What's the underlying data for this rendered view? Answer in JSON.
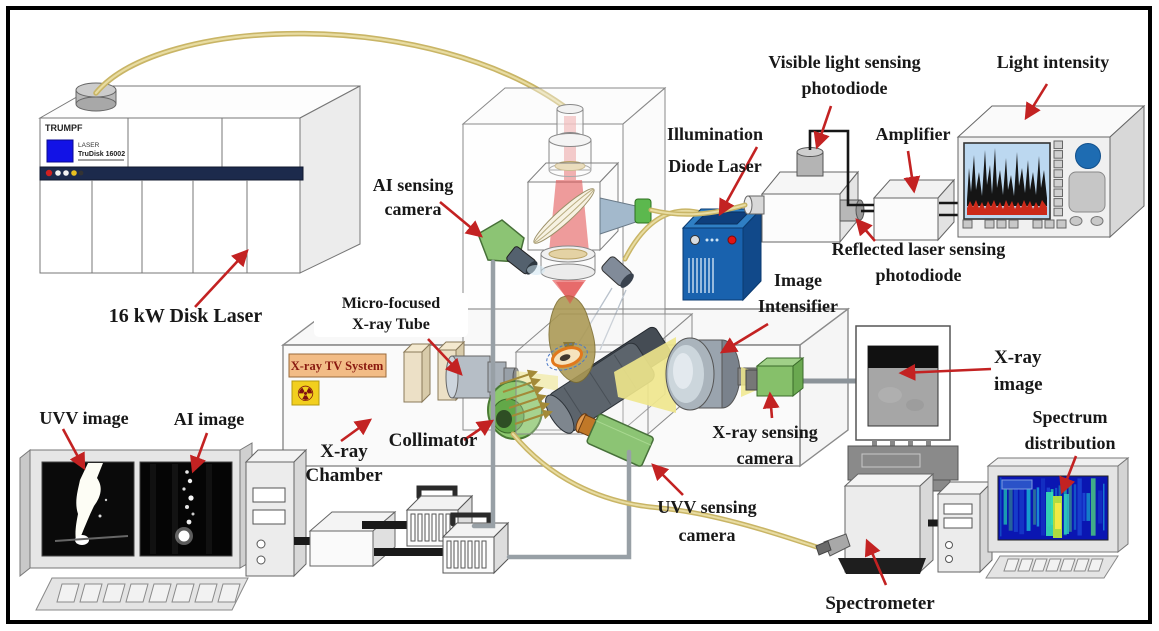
{
  "colors": {
    "arrow_red": "#c32222",
    "fiber_yellow": "#c9b566",
    "laser_beam_red": "#e24a4a",
    "xray_beam_yellow": "#f0e78c",
    "camera_green": "#8cc474",
    "diode_laser_blue": "#1962ae",
    "scope_screen_blue": "#bcd8f0",
    "spectrum_screen_blue": "#0a16b2",
    "banner_orange": "#f2bc86"
  },
  "disk_laser": {
    "brand": "TRUMPF",
    "model_line1": "LASER",
    "model_line2": "TruDisk 16002"
  },
  "labels": {
    "disk_laser": "16 kW Disk Laser",
    "ai_camera": "AI sensing\ncamera",
    "illumination": "Illumination\nDiode Laser",
    "visible_pd": "Visible light sensing\nphotodiode",
    "amplifier": "Amplifier",
    "light_intensity": "Light intensity",
    "reflected_pd": "Reflected laser sensing\nphotodiode",
    "image_intensifier": "Image\nIntensifier",
    "xray_tube": "Micro-focused\nX-ray Tube",
    "xray_tv_system": "X-ray TV System",
    "radiation_symbol": "☢",
    "collimator": "Collimator",
    "xray_chamber": "X-ray\nChamber",
    "xray_camera": "X-ray sensing\ncamera",
    "uvv_camera": "UVV sensing\ncamera",
    "xray_image": "X-ray\nimage",
    "spectrum": "Spectrum\ndistribution",
    "spectrometer": "Spectrometer",
    "uvv_image": "UVV image",
    "ai_image": "AI image"
  }
}
